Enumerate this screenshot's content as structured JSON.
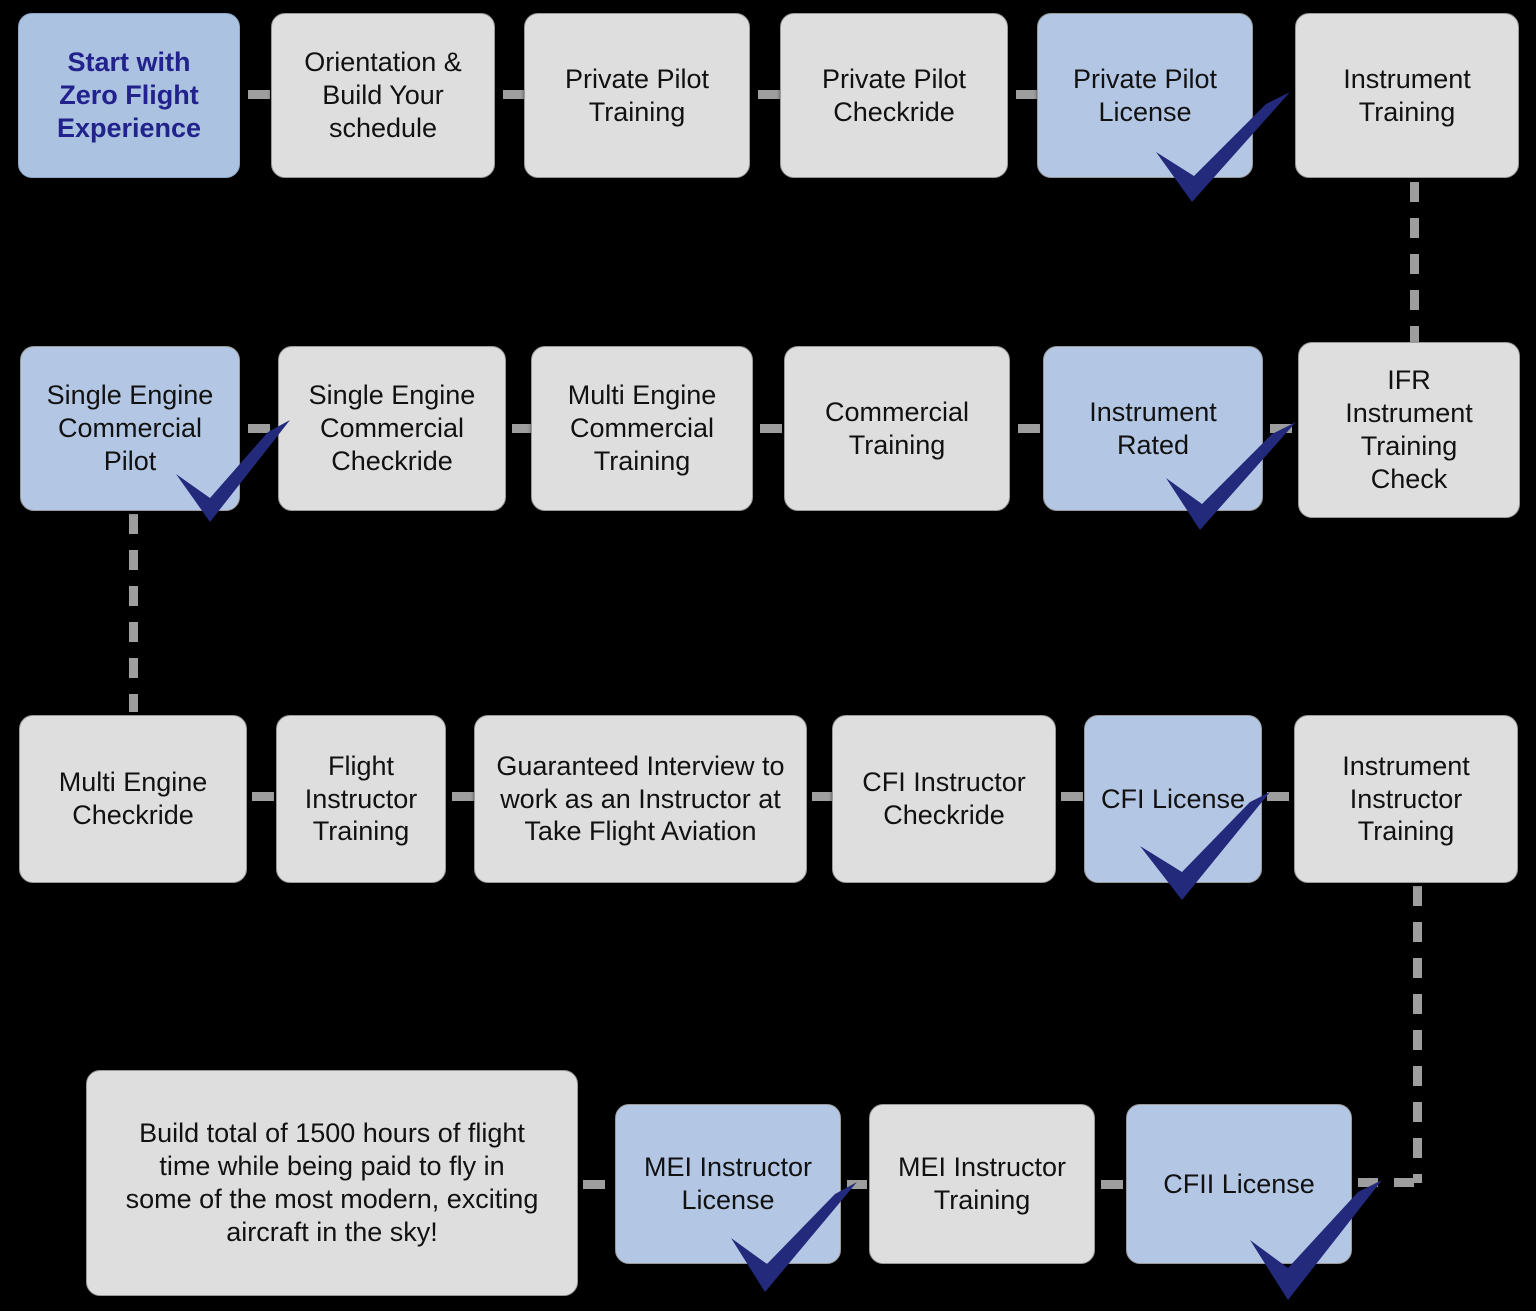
{
  "diagram": {
    "title": "Zero to Airline Pilot Training Flow",
    "background_color": "#000000",
    "colors": {
      "milestone_fill": "#b3c7e4",
      "step_fill": "#dedede",
      "start_text": "#22228c",
      "check_mark": "#232a7c",
      "connector": "#9e9e9e"
    }
  },
  "rows": [
    {
      "id": "row1",
      "nodes": [
        {
          "id": "n1",
          "label": "Start with\nZero Flight\nExperience",
          "type": "start",
          "checked": false
        },
        {
          "id": "n2",
          "label": "Orientation &\nBuild Your\nschedule",
          "type": "step",
          "checked": false
        },
        {
          "id": "n3",
          "label": "Private Pilot\nTraining",
          "type": "step",
          "checked": false
        },
        {
          "id": "n4",
          "label": "Private Pilot\nCheckride",
          "type": "step",
          "checked": false
        },
        {
          "id": "n5",
          "label": "Private Pilot\nLicense",
          "type": "milestone",
          "checked": true
        },
        {
          "id": "n6",
          "label": "Instrument\nTraining",
          "type": "step",
          "checked": false
        }
      ]
    },
    {
      "id": "row2",
      "nodes": [
        {
          "id": "n7",
          "label": "Single Engine\nCommercial\nPilot",
          "type": "milestone",
          "checked": true
        },
        {
          "id": "n8",
          "label": "Single Engine\nCommercial\nCheckride",
          "type": "step",
          "checked": false
        },
        {
          "id": "n9",
          "label": "Multi Engine\nCommercial\nTraining",
          "type": "step",
          "checked": false
        },
        {
          "id": "n10",
          "label": "Commercial\nTraining",
          "type": "step",
          "checked": false
        },
        {
          "id": "n11",
          "label": "Instrument\nRated",
          "type": "milestone",
          "checked": true
        },
        {
          "id": "n12",
          "label": "IFR\nInstrument\nTraining\nCheck",
          "type": "step",
          "checked": false
        }
      ]
    },
    {
      "id": "row3",
      "nodes": [
        {
          "id": "n13",
          "label": "Multi Engine\nCheckride",
          "type": "step",
          "checked": false
        },
        {
          "id": "n14",
          "label": "Flight\nInstructor\nTraining",
          "type": "step",
          "checked": false
        },
        {
          "id": "n15",
          "label": "Guaranteed Interview to\nwork as an Instructor at\nTake Flight Aviation",
          "type": "step",
          "checked": false
        },
        {
          "id": "n16",
          "label": "CFI Instructor\nCheckride",
          "type": "step",
          "checked": false
        },
        {
          "id": "n17",
          "label": "CFI License",
          "type": "milestone",
          "checked": true
        },
        {
          "id": "n18",
          "label": "Instrument\nInstructor\nTraining",
          "type": "step",
          "checked": false
        }
      ]
    },
    {
      "id": "row4",
      "nodes": [
        {
          "id": "n19",
          "label": "Build total of 1500 hours of flight\ntime while being paid to fly in\nsome of the most modern, exciting\naircraft in the sky!",
          "type": "step",
          "checked": false
        },
        {
          "id": "n20",
          "label": "MEI Instructor\nLicense",
          "type": "milestone",
          "checked": true
        },
        {
          "id": "n21",
          "label": "MEI Instructor\nTraining",
          "type": "step",
          "checked": false
        },
        {
          "id": "n22",
          "label": "CFII License",
          "type": "milestone",
          "checked": true
        }
      ]
    }
  ]
}
